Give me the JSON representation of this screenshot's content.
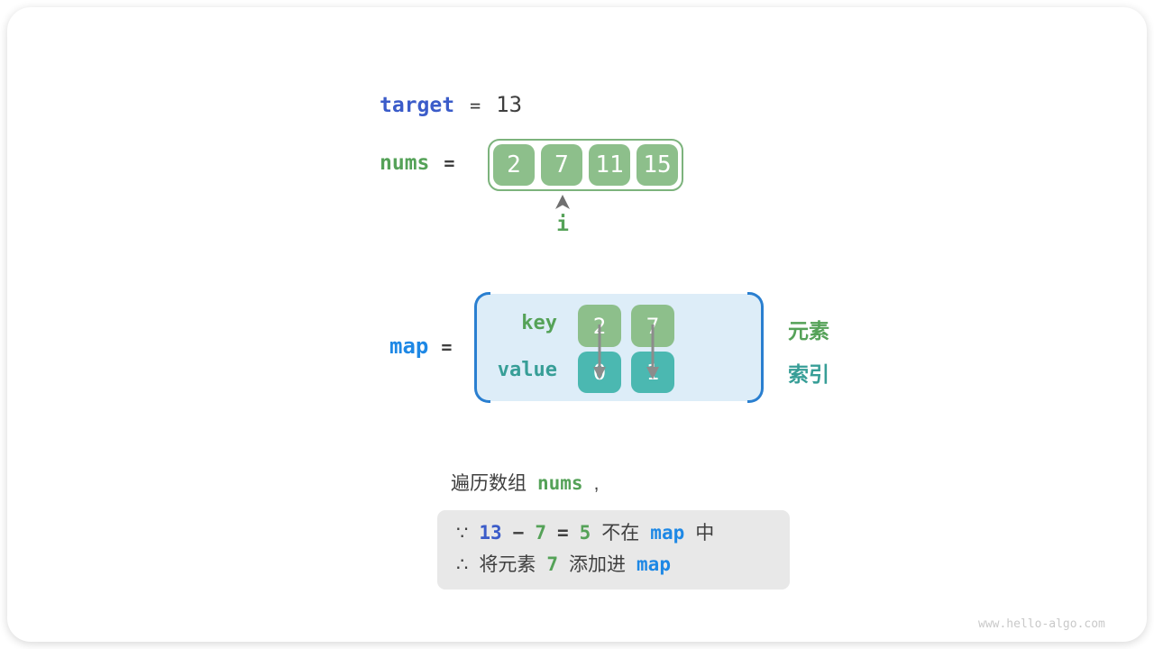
{
  "colors": {
    "royal_blue": "#3b5cc9",
    "bright_blue": "#1e88e5",
    "green_text": "#55a258",
    "green_cell": "#8dbf8b",
    "green_border": "#7cb37c",
    "teal_text": "#379e97",
    "teal_cell": "#4bb8b1",
    "dark_text": "#3f3f3f",
    "gray_box": "#e8e8e8",
    "map_bg": "#ddedf8",
    "bracket_blue": "#2a7fd0",
    "arrow_gray": "#8c8c8c",
    "watermark_gray": "#c9c9c9"
  },
  "target": {
    "label": "target",
    "equals": "=",
    "value": "13"
  },
  "nums": {
    "label": "nums",
    "equals": "=",
    "cells": [
      "2",
      "7",
      "11",
      "15"
    ],
    "pointer_label": "i",
    "pointer_index": 1
  },
  "map": {
    "label": "map",
    "equals": "=",
    "key_label": "key",
    "value_label": "value",
    "entries": [
      {
        "key": "2",
        "value": "0"
      },
      {
        "key": "7",
        "value": "1"
      }
    ],
    "element_label": "元素",
    "index_label": "索引"
  },
  "caption": {
    "text_before": "遍历数组",
    "code": "nums",
    "text_after": ","
  },
  "reason_box": {
    "line1": {
      "symbol": "∵",
      "operand1": "13",
      "operator": "−",
      "operand2": "7",
      "equals": "=",
      "result": "5",
      "text_mid": "不在",
      "code": "map",
      "text_end": "中"
    },
    "line2": {
      "symbol": "∴",
      "text_before": "将元素",
      "number": "7",
      "text_mid": "添加进",
      "code": "map"
    }
  },
  "watermark": "www.hello-algo.com"
}
